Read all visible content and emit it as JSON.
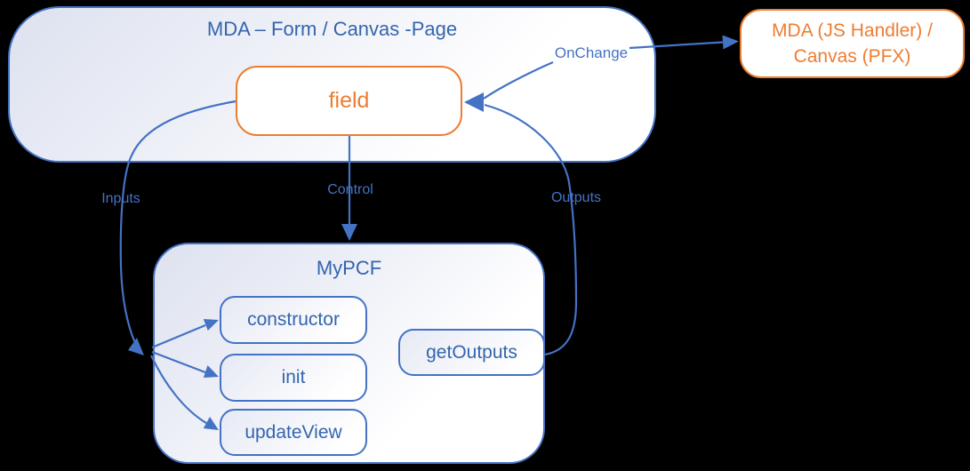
{
  "colors": {
    "connector_blue": "#4472C4",
    "node_text_blue": "#3465AE",
    "orange_accent": "#ED7D31",
    "bg": "#000000"
  },
  "host": {
    "title": "MDA – Form / Canvas -Page"
  },
  "field": {
    "label": "field"
  },
  "handler": {
    "lines": [
      "MDA (JS Handler) /",
      "Canvas (PFX)"
    ]
  },
  "pcf": {
    "title": "MyPCF",
    "methods": [
      {
        "label": "constructor"
      },
      {
        "label": "init"
      },
      {
        "label": "updateView"
      }
    ],
    "get_outputs": {
      "label": "getOutputs"
    }
  },
  "edges": {
    "inputs_label": "Inputs",
    "control_label": "Control",
    "outputs_label": "Outputs",
    "onchange_label": "OnChange"
  }
}
